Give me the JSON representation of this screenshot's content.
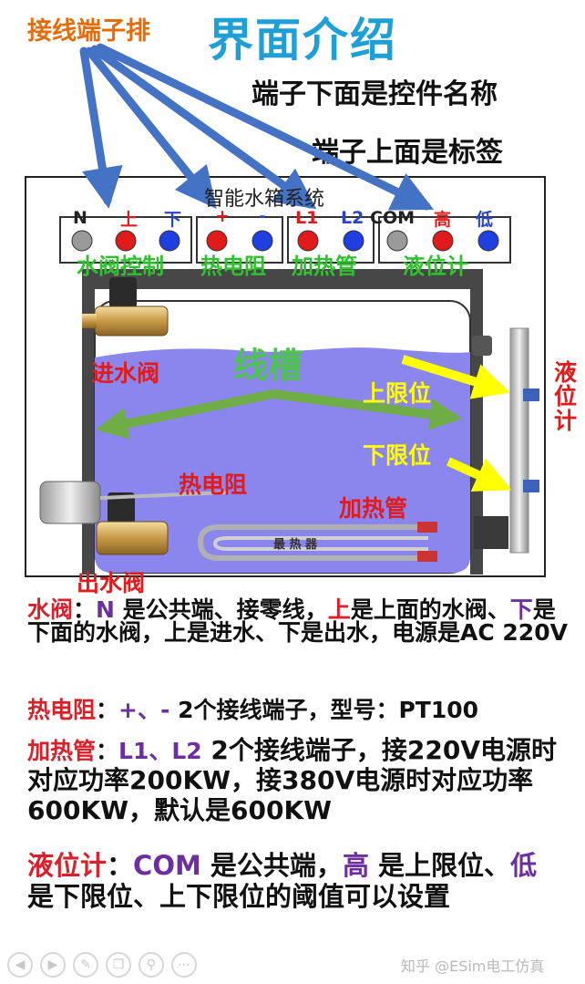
{
  "header": {
    "terminal_strip_label": "接线端子排",
    "title": "界面介绍",
    "note_below": "端子下面是控件名称",
    "note_above": "端子上面是标签"
  },
  "diagram": {
    "system_title": "智能水箱系统",
    "terminal_groups": [
      {
        "labels": [
          "N",
          "上",
          "下"
        ],
        "name": "水阀控制",
        "dots": [
          "#9a9a9a",
          "#e11b1b",
          "#1f3fe0"
        ]
      },
      {
        "labels": [
          "+",
          "-"
        ],
        "name": "热电阻",
        "dots": [
          "#e11b1b",
          "#1f3fe0"
        ]
      },
      {
        "labels": [
          "L1",
          "L2"
        ],
        "name": "加热管",
        "dots": [
          "#e11b1b",
          "#1f3fe0"
        ]
      },
      {
        "labels": [
          "COM",
          "高",
          "低"
        ],
        "name": "液位计",
        "dots": [
          "#9a9a9a",
          "#e11b1b",
          "#1f3fe0"
        ]
      }
    ],
    "trough_label": "线槽",
    "inlet_valve": "进水阀",
    "outlet_valve": "出水阀",
    "level_gauge": "液位计",
    "upper_limit": "上限位",
    "lower_limit": "下限位",
    "rtd": "热电阻",
    "heater": "加热管",
    "heater_plate": "最 热 器"
  },
  "description": {
    "valve": {
      "term": "水阀",
      "sep": "：",
      "n": "N",
      "t1": " 是公共端、接零线，",
      "up": "上",
      "t2": "是上面的水阀、",
      "down": "下",
      "t3": "是下面的水阀，上是进水、下是出水，电源是AC 220V"
    },
    "rtd": {
      "term": "热电阻",
      "sep": "：",
      "pins": "+、-",
      "t1": " 2个接线端子，型号：PT100"
    },
    "heater": {
      "term": "加热管",
      "sep": "：",
      "pins": "L1、L2",
      "t1": " 2个接线端子，接220V电源时对应功率200KW，接380V电源时对应功率600KW，默认是600KW"
    },
    "gauge": {
      "term": "液位计",
      "sep": "：",
      "com": "COM",
      "t1": " 是公共端，",
      "high": "高",
      "t2": " 是上限位、",
      "low": "低",
      "t3": " 是下限位、上下限位的阈值可以设置"
    }
  },
  "footer": {
    "watermark": "知乎 @ESim电工仿真",
    "buttons": [
      "back",
      "forward",
      "edit",
      "copy",
      "zoom",
      "more"
    ]
  },
  "colors": {
    "title_blue": "#1e9fd6",
    "arrow_blue": "#4472c4",
    "label_red": "#e11b1b",
    "label_green": "#30c030",
    "water": "#8080f0",
    "callout_yellow": "#ffff00",
    "callout_green": "#70ad47"
  }
}
